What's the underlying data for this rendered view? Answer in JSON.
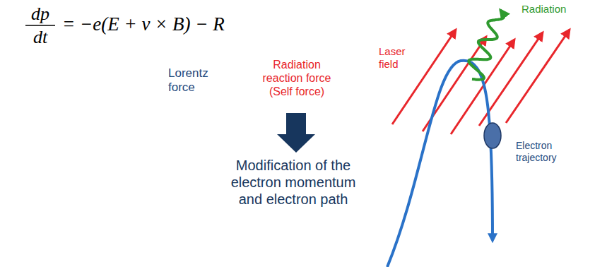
{
  "diagram": {
    "labels": [
      "dp",
      "dt",
      "= −e(E + v × B) − R",
      "Lorentz force",
      "Radiation reaction force (Self force)",
      "Modification of the electron momentum and electron path",
      "Laser field",
      "Radiation",
      "Electron trajectory"
    ]
  }
}
